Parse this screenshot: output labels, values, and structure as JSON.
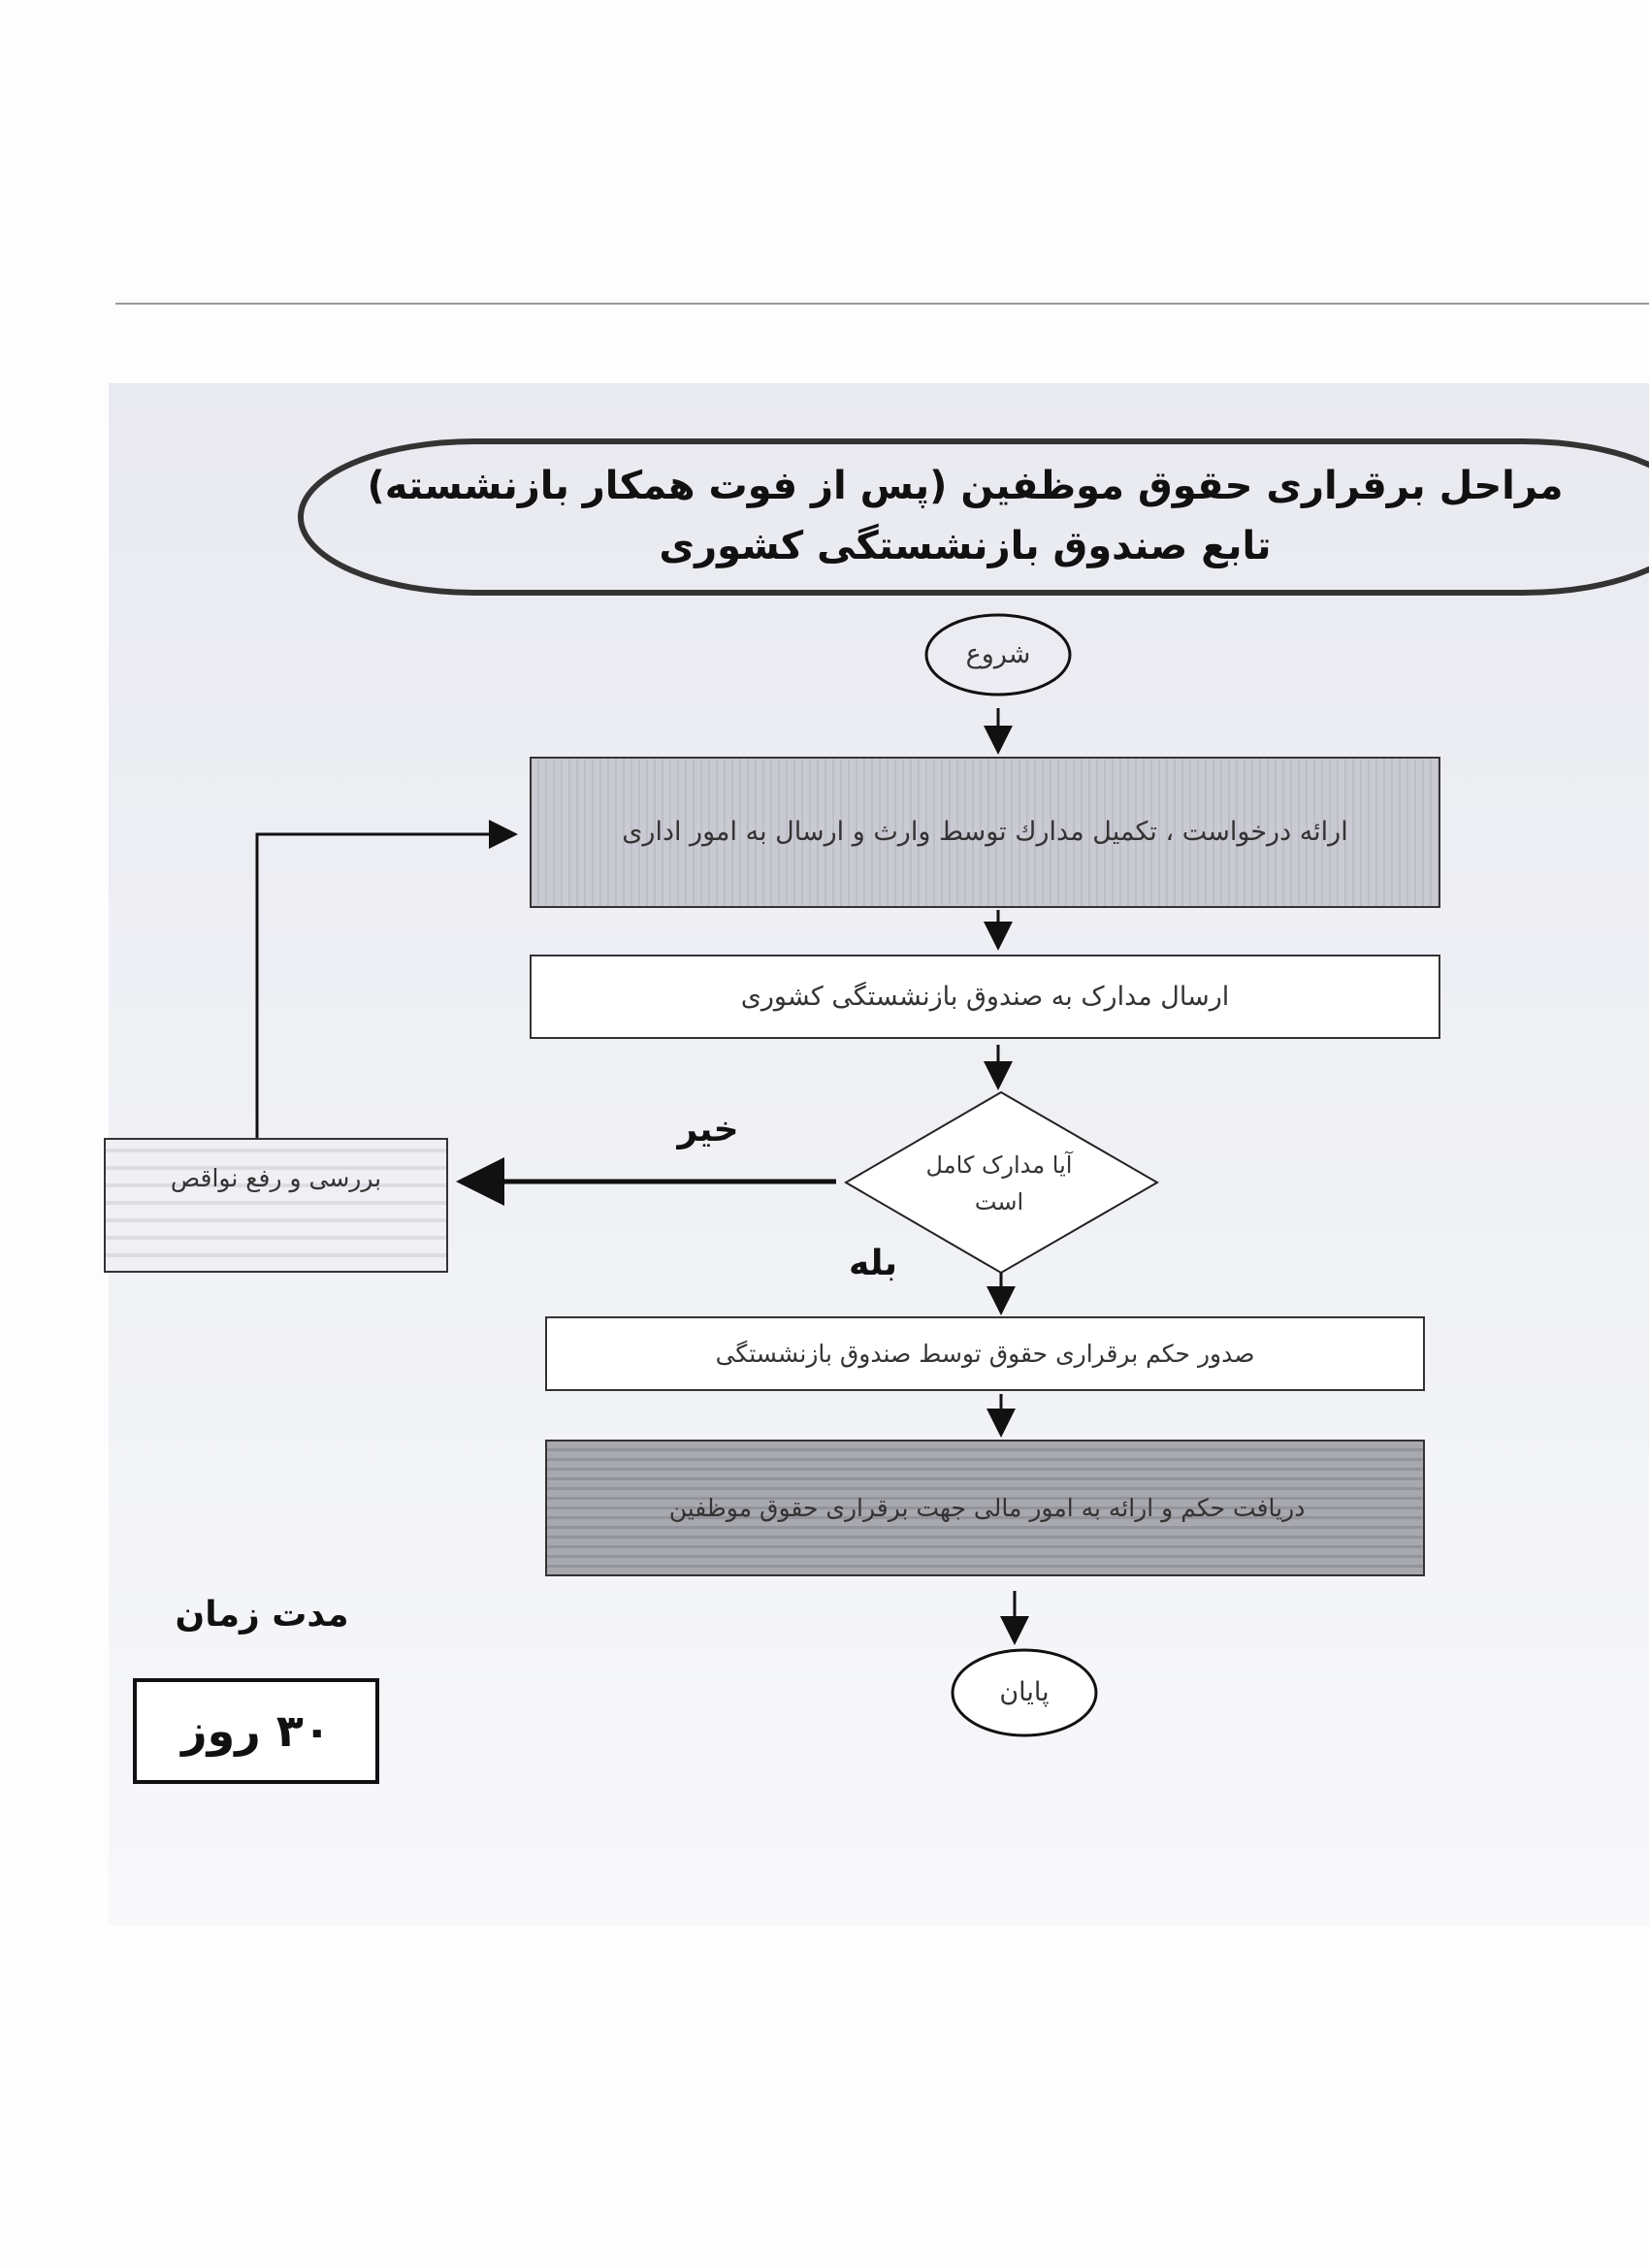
{
  "title": {
    "line1": "مراحل برقراری حقوق موظفین (پس از فوت همکار بازنشسته)",
    "line2": "تابع صندوق بازنشستگی کشوری"
  },
  "flow": {
    "start": "شروع",
    "step1": "ارائه درخواست ، تکمیل مدارك توسط وارث و ارسال به امور اداری",
    "step2": "ارسال مدارک به صندوق بازنشستگی کشوری",
    "decision": "آیا مدارک کامل است",
    "no_label": "خیر",
    "yes_label": "بله",
    "fix_step": "بررسی و رفع نواقص",
    "step3": "صدور حکم برقراری حقوق توسط صندوق بازنشستگی",
    "step4": "دریافت حکم و ارائه به امور مالی جهت برقراری حقوق موظفین",
    "end": "پایان"
  },
  "duration": {
    "label": "مدت زمان",
    "value": "۳۰ روز"
  }
}
